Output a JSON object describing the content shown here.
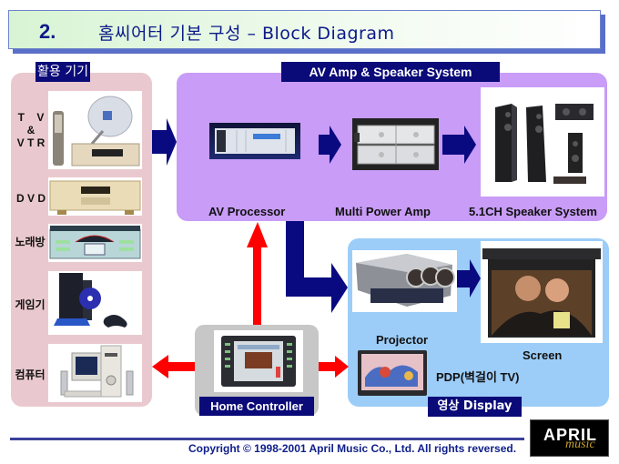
{
  "title": {
    "number": "2.",
    "text": "홈씨어터 기본 구성 – Block Diagram"
  },
  "devices_panel": {
    "label": "활용 기기",
    "items": [
      {
        "label_lines": [
          "T    V",
          "&",
          "V T R"
        ],
        "icon": "tv-vtr-satellite-icon"
      },
      {
        "label_lines": [
          "D V D"
        ],
        "icon": "dvd-player-icon"
      },
      {
        "label_lines": [
          "노래방"
        ],
        "icon": "karaoke-machine-icon"
      },
      {
        "label_lines": [
          "게임기"
        ],
        "icon": "game-console-icon"
      },
      {
        "label_lines": [
          "컴퓨터"
        ],
        "icon": "computer-icon"
      }
    ]
  },
  "av_panel": {
    "label": "AV Amp & Speaker System",
    "components": [
      {
        "caption": "AV Processor",
        "icon": "av-processor-icon"
      },
      {
        "caption": "Multi Power Amp",
        "icon": "power-amp-icon"
      },
      {
        "caption": "5.1CH Speaker System",
        "icon": "speaker-system-icon"
      }
    ]
  },
  "display_panel": {
    "label": "영상  Display",
    "components": [
      {
        "caption": "Projector",
        "icon": "projector-icon"
      },
      {
        "caption": "Screen",
        "icon": "projection-screen-icon"
      },
      {
        "caption": "PDP(벽걸이  TV)",
        "icon": "plasma-tv-icon"
      }
    ]
  },
  "controller": {
    "label": "Home Controller",
    "icon": "touch-panel-icon"
  },
  "colors": {
    "flow_arrow": "#0a0a80",
    "control_arrow": "#ff0000",
    "devices_bg": "#e9c9cf",
    "av_bg": "#c89cf7",
    "display_bg": "#9ccdf8",
    "controller_bg": "#c7c7c7",
    "label_bg": "#0a0a78"
  },
  "footer": {
    "copyright": "Copyright © 1998-2001 April Music Co., Ltd. All rights reversed.",
    "logo_main": "APRIL",
    "logo_sub": "music"
  }
}
